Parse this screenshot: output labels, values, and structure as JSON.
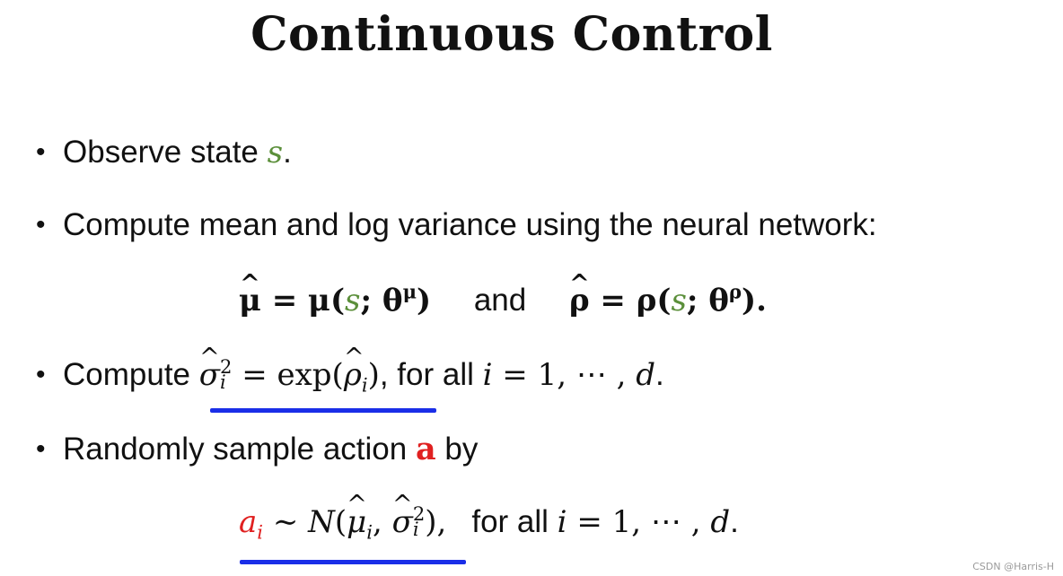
{
  "title": "Continuous Control",
  "bullets": {
    "b1": {
      "text": "Observe state ",
      "var": "s",
      "end": "."
    },
    "b2": {
      "text": "Compute mean and log variance using the neural network:"
    },
    "b3": {
      "text": "Compute ",
      "after": ", for all ",
      "range": " = 1, ⋯ , ",
      "d": "d",
      "end": "."
    },
    "b4": {
      "text": "Randomly sample action ",
      "action": "a",
      "end": " by"
    }
  },
  "eq1": {
    "and": "and"
  },
  "eq2": {
    "forall": "for all ",
    "range": " = 1, ⋯ , ",
    "d": "d",
    "end": "."
  },
  "watermark": "CSDN @Harris-H",
  "colors": {
    "state_var": "#5b8f3a",
    "action": "#e02020",
    "underline": "#1a2ee8"
  }
}
